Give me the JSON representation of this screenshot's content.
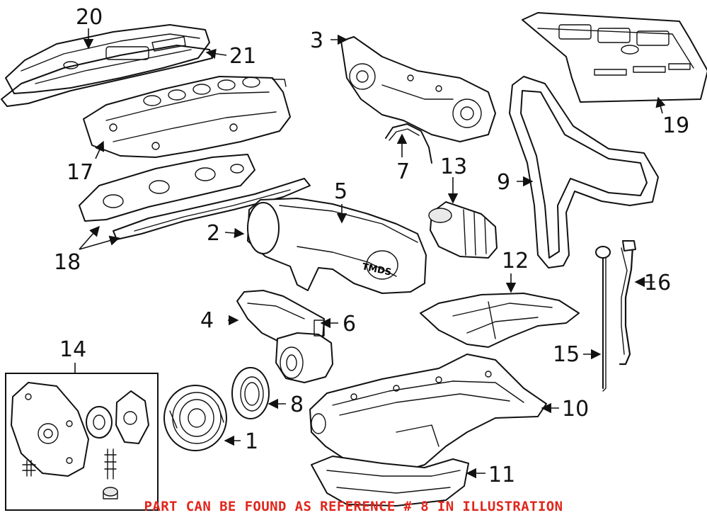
{
  "note": {
    "text": "PART CAN BE FOUND AS REFERENCE # 8 IN ILLUSTRATION",
    "color": "#e0261c"
  },
  "cover_emblem_text": "TMDS",
  "callouts": [
    {
      "id": "1",
      "label": "1"
    },
    {
      "id": "2",
      "label": "2"
    },
    {
      "id": "3",
      "label": "3"
    },
    {
      "id": "4",
      "label": "4"
    },
    {
      "id": "5",
      "label": "5"
    },
    {
      "id": "6",
      "label": "6"
    },
    {
      "id": "7",
      "label": "7"
    },
    {
      "id": "8",
      "label": "8"
    },
    {
      "id": "9",
      "label": "9"
    },
    {
      "id": "10",
      "label": "10"
    },
    {
      "id": "11",
      "label": "11"
    },
    {
      "id": "12",
      "label": "12"
    },
    {
      "id": "13",
      "label": "13"
    },
    {
      "id": "14",
      "label": "14"
    },
    {
      "id": "15",
      "label": "15"
    },
    {
      "id": "16",
      "label": "16"
    },
    {
      "id": "17",
      "label": "17"
    },
    {
      "id": "18",
      "label": "18"
    },
    {
      "id": "19",
      "label": "19"
    },
    {
      "id": "20",
      "label": "20"
    },
    {
      "id": "21",
      "label": "21"
    }
  ],
  "colors": {
    "line": "#111111",
    "background": "#ffffff"
  }
}
